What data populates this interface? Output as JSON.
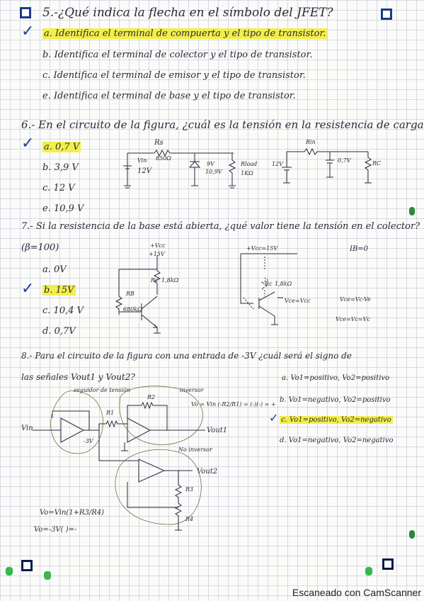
{
  "q5": {
    "title": "5.-¿Qué indica la flecha en el símbolo del JFET?",
    "options": [
      "a. Identifica el terminal de compuerta y el tipo de transistor.",
      "b. Identifica el terminal de colector y el tipo de transistor.",
      "c. Identifica el terminal de emisor y el tipo de transistor.",
      "e. Identifica el terminal de base y el tipo de transistor."
    ]
  },
  "q6": {
    "title": "6.- En el circuito de la figura, ¿cuál es la tensión en la resistencia de carga?",
    "options": [
      "a. 0,7 V",
      "b. 3,9 V",
      "c. 12 V",
      "e. 10,9 V"
    ],
    "circuit_labels": {
      "rs": "Rs",
      "rs_val": "850Ω",
      "vin": "Vin",
      "vin_val": "12V",
      "zener": "9V",
      "zener_val": "10,9V",
      "rload": "Rload",
      "rload_val": "1KΩ",
      "vdc": "12V",
      "rin": "Rin",
      "v07": "0,7V",
      "rc": "RC"
    }
  },
  "q7": {
    "title": "7.- Si la resistencia de la base está abierta, ¿qué valor tiene la tensión en el colector?",
    "beta": "(β=100)",
    "options": [
      "a. 0V",
      "b. 15V",
      "c. 10,4 V",
      "d. 0,7V"
    ],
    "labels": {
      "vcc": "+Vcc",
      "vcc_val": "+15V",
      "rc": "Rc",
      "rc_val": "1,8kΩ",
      "rb": "RB",
      "rb_val": "680kΩ",
      "vcc2": "+Vcc=15V",
      "ib": "IB=0",
      "rc2": "Rc",
      "rc2_val": "1,8kΩ",
      "vce": "Vce=Vcc",
      "eq1": "Vce=Vc-Ve",
      "eq2": "Vce=Vc=Vc"
    }
  },
  "q8": {
    "title": "8.- Para el circuito de la figura con una entrada de -3V ¿cuál será el signo de",
    "title2": "las señales Vout1 y Vout2?",
    "options": [
      "a. Vo1=positivo, Vo2=positivo",
      "b. Vo1=negativo, Vo2=positivo",
      "c. Vo1=positivo, Vo2=negativo",
      "d. Vo1=negativo, Vo2=negativo"
    ],
    "labels": {
      "seguidor": "seguidor de tensión",
      "inversor": "inversor",
      "no_inversor": "No inversor",
      "r1": "R1",
      "r2": "R2",
      "r3": "R3",
      "r4": "R4",
      "vin": "Vin",
      "minus3v": "-3V",
      "vout1": "Vout1",
      "vout2": "Vout2",
      "eq_inv": "Vo = Vin (-R2/R1) = (-)(-) = +",
      "eq_noinv1": "Vo=Vin(1+R3/R4)",
      "eq_noinv2": "Vo=-3V(      )=-"
    }
  },
  "footer": "Escaneado con CamScanner",
  "colors": {
    "highlight": "#f2ee4a",
    "check": "#1f3f9a",
    "green": "#36b84a",
    "ink": "#2a2a3a"
  }
}
